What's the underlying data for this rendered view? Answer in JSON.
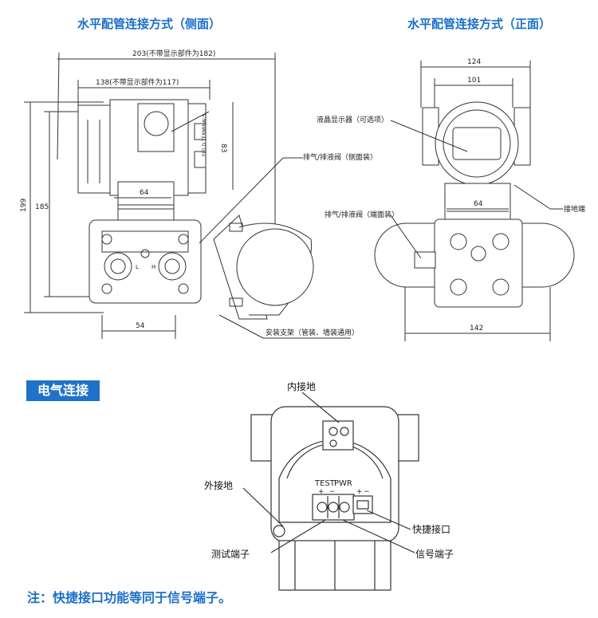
{
  "titles": {
    "side": "水平配管连接方式（侧面）",
    "front": "水平配管连接方式（正面）"
  },
  "side_view": {
    "dims": {
      "overall_width": "203(不带显示部件为182)",
      "body_width": "138(不带显示部件为117)",
      "height_199": "199",
      "height_185": "185",
      "height_83": "83",
      "flange_64": "64",
      "base_54": "54"
    },
    "labels": {
      "display": "液晶显示器（可选项）",
      "vent_side": "排气/排液阀（侧面装）",
      "bracket": "安装支架（管装、墙装通用）",
      "field_terminals": "FIELD TERMINALS",
      "port_L": "L",
      "port_H": "H"
    }
  },
  "front_view": {
    "dims": {
      "width_124": "124",
      "width_101": "101",
      "flange_64": "64",
      "overall_142": "142"
    },
    "labels": {
      "vent_end": "排气/排液阀（端面装）",
      "ground": "接地端"
    }
  },
  "electrical": {
    "heading": "电气连接",
    "labels": {
      "internal_ground": "内接地",
      "external_ground": "外接地",
      "test_terminal": "测试端子",
      "quick_connect": "快捷接口",
      "signal_terminal": "信号端子",
      "test": "TEST",
      "pwr": "PWR",
      "plus1": "+",
      "minus1": "−",
      "plus2": "+",
      "minus2": "−"
    }
  },
  "note": "注：快捷接口功能等同于信号端子。"
}
